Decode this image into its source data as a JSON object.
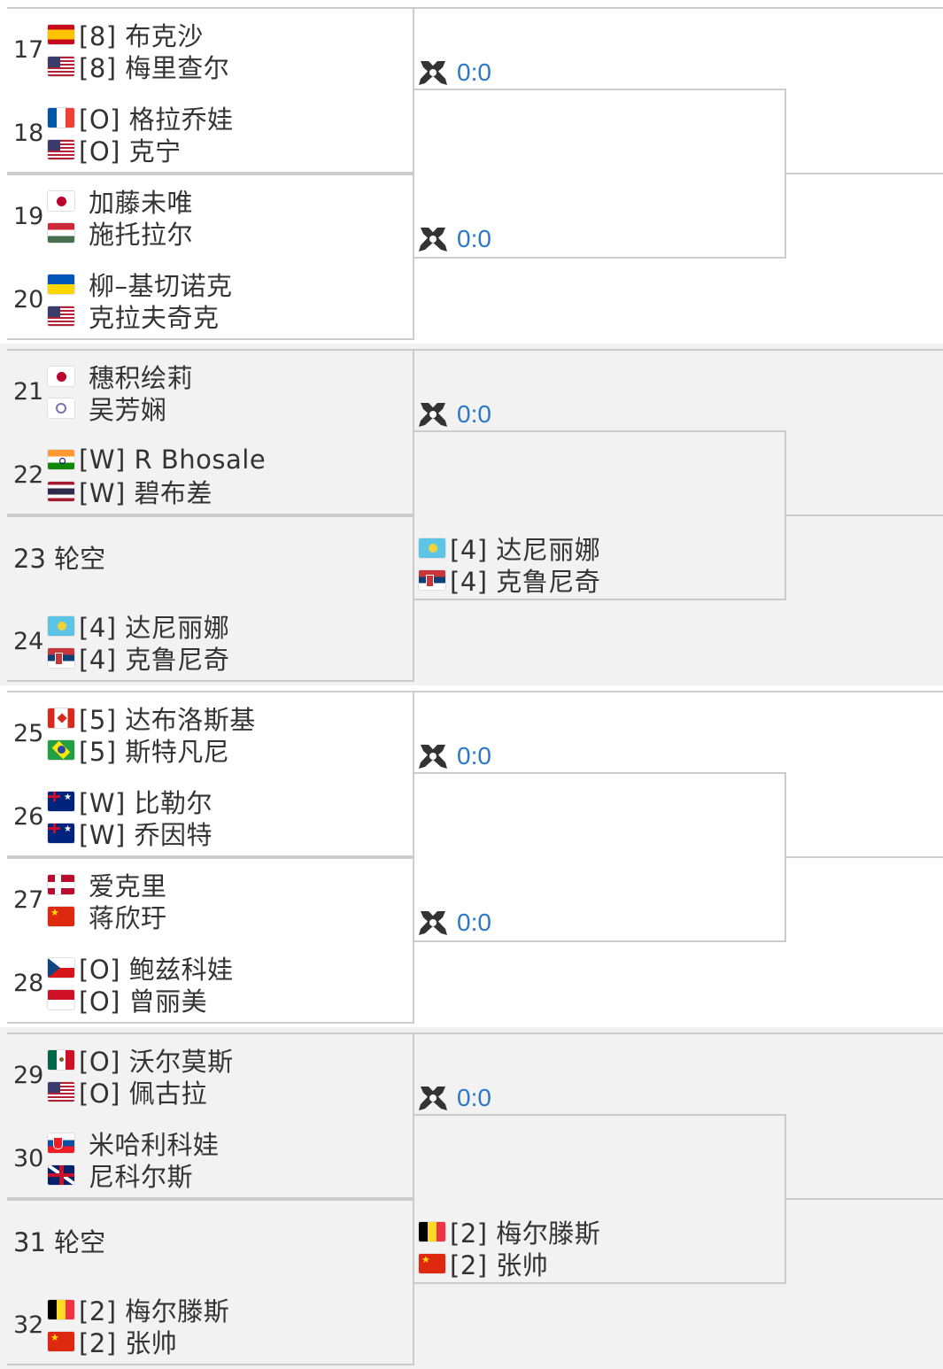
{
  "bracket": {
    "sections": [
      {
        "matches": [
          {
            "number": "17",
            "players": [
              {
                "flag": "f-es",
                "country": "spain-flag-icon",
                "name": "[8] 布克沙",
                "seeded": true
              },
              {
                "flag": "f-us",
                "country": "usa-flag-icon",
                "name": "[8] 梅里查尔",
                "seeded": true
              }
            ]
          },
          {
            "number": "18",
            "players": [
              {
                "flag": "f-fr",
                "country": "france-flag-icon",
                "name": "[O] 格拉乔娃",
                "seeded": true
              },
              {
                "flag": "f-us",
                "country": "usa-flag-icon",
                "name": "[O] 克宁",
                "seeded": true
              }
            ]
          },
          {
            "number": "19",
            "players": [
              {
                "flag": "f-jp",
                "country": "japan-flag-icon",
                "name": "加藤未唯",
                "seeded": false
              },
              {
                "flag": "f-hu",
                "country": "hungary-flag-icon",
                "name": "施托拉尔",
                "seeded": false
              }
            ]
          },
          {
            "number": "20",
            "players": [
              {
                "flag": "f-ua",
                "country": "ukraine-flag-icon",
                "name": "柳–基切诺克",
                "seeded": false
              },
              {
                "flag": "f-us",
                "country": "usa-flag-icon",
                "name": "克拉夫奇克",
                "seeded": false
              }
            ]
          }
        ],
        "scores": [
          "0:0",
          "0:0"
        ],
        "advancing": null
      },
      {
        "matches": [
          {
            "number": "21",
            "players": [
              {
                "flag": "f-jp",
                "country": "japan-flag-icon",
                "name": "穗积绘莉",
                "seeded": false
              },
              {
                "flag": "f-tw",
                "country": "chinese-taipei-flag-icon",
                "name": "吴芳娴",
                "seeded": false
              }
            ]
          },
          {
            "number": "22",
            "players": [
              {
                "flag": "f-in",
                "country": "india-flag-icon",
                "name": "[W] R Bhosale",
                "seeded": true
              },
              {
                "flag": "f-th",
                "country": "thailand-flag-icon",
                "name": "[W] 碧布差",
                "seeded": true
              }
            ]
          },
          {
            "number": "23",
            "bye": "轮空"
          },
          {
            "number": "24",
            "players": [
              {
                "flag": "f-kz",
                "country": "kazakhstan-flag-icon",
                "name": "[4] 达尼丽娜",
                "seeded": true
              },
              {
                "flag": "f-rs",
                "country": "serbia-flag-icon",
                "name": "[4] 克鲁尼奇",
                "seeded": true
              }
            ]
          }
        ],
        "scores": [
          "0:0"
        ],
        "advancing": [
          {
            "flag": "f-kz",
            "country": "kazakhstan-flag-icon",
            "name": "[4] 达尼丽娜"
          },
          {
            "flag": "f-rs",
            "country": "serbia-flag-icon",
            "name": "[4] 克鲁尼奇"
          }
        ]
      },
      {
        "matches": [
          {
            "number": "25",
            "players": [
              {
                "flag": "f-ca",
                "country": "canada-flag-icon",
                "name": "[5] 达布洛斯基",
                "seeded": true
              },
              {
                "flag": "f-br",
                "country": "brazil-flag-icon",
                "name": "[5] 斯特凡尼",
                "seeded": true
              }
            ]
          },
          {
            "number": "26",
            "players": [
              {
                "flag": "f-au",
                "country": "australia-flag-icon",
                "name": "[W] 比勒尔",
                "seeded": true
              },
              {
                "flag": "f-au",
                "country": "australia-flag-icon",
                "name": "[W] 乔因特",
                "seeded": true
              }
            ]
          },
          {
            "number": "27",
            "players": [
              {
                "flag": "f-no",
                "country": "norway-flag-icon",
                "name": "爱克里",
                "seeded": false
              },
              {
                "flag": "f-cn",
                "country": "china-flag-icon",
                "name": "蒋欣玗",
                "seeded": false
              }
            ]
          },
          {
            "number": "28",
            "players": [
              {
                "flag": "f-cz",
                "country": "czech-flag-icon",
                "name": "[O] 鲍兹科娃",
                "seeded": true
              },
              {
                "flag": "f-id",
                "country": "indonesia-flag-icon",
                "name": "[O] 曾丽美",
                "seeded": true
              }
            ]
          }
        ],
        "scores": [
          "0:0",
          "0:0"
        ],
        "advancing": null
      },
      {
        "matches": [
          {
            "number": "29",
            "players": [
              {
                "flag": "f-mx",
                "country": "mexico-flag-icon",
                "name": "[O] 沃尔莫斯",
                "seeded": true
              },
              {
                "flag": "f-us",
                "country": "usa-flag-icon",
                "name": "[O] 佩古拉",
                "seeded": true
              }
            ]
          },
          {
            "number": "30",
            "players": [
              {
                "flag": "f-sk",
                "country": "slovakia-flag-icon",
                "name": "米哈利科娃",
                "seeded": false
              },
              {
                "flag": "f-gb",
                "country": "uk-flag-icon",
                "name": "尼科尔斯",
                "seeded": false
              }
            ]
          },
          {
            "number": "31",
            "bye": "轮空"
          },
          {
            "number": "32",
            "players": [
              {
                "flag": "f-be",
                "country": "belgium-flag-icon",
                "name": "[2] 梅尔滕斯",
                "seeded": true
              },
              {
                "flag": "f-cn",
                "country": "china-flag-icon",
                "name": "[2] 张帅",
                "seeded": true
              }
            ]
          }
        ],
        "scores": [
          "0:0"
        ],
        "advancing": [
          {
            "flag": "f-be",
            "country": "belgium-flag-icon",
            "name": "[2] 梅尔滕斯"
          },
          {
            "flag": "f-cn",
            "country": "china-flag-icon",
            "name": "[2] 张帅"
          }
        ]
      }
    ]
  },
  "colors": {
    "score": "#2b78c6",
    "border": "#cccccc",
    "band_gray": "#f2f2f2"
  }
}
